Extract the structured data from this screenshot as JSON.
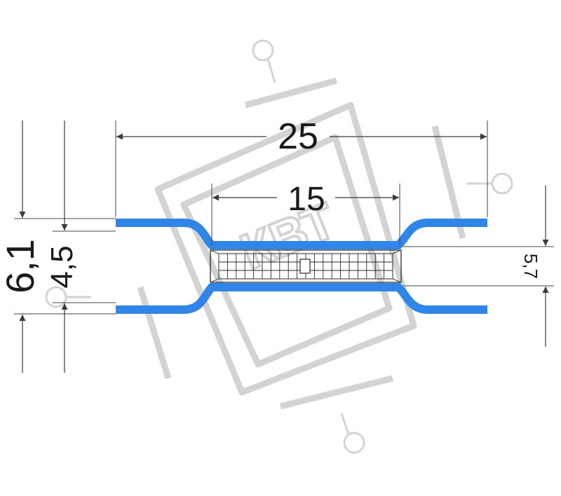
{
  "dimensions": {
    "overall_length": "25",
    "barrel_length": "15",
    "outer_diameter": "6,1",
    "inner_diameter": "4,5",
    "tube_diameter": "5,7"
  },
  "watermark": {
    "text": "КВТ",
    "logo_icon": "kvt-logo-watermark-icon"
  },
  "colors": {
    "insulation": "#2f86e8",
    "insulation_edge": "#1f5fb0",
    "lines": "#3a3a3a",
    "watermark": "#cfcfcf"
  }
}
